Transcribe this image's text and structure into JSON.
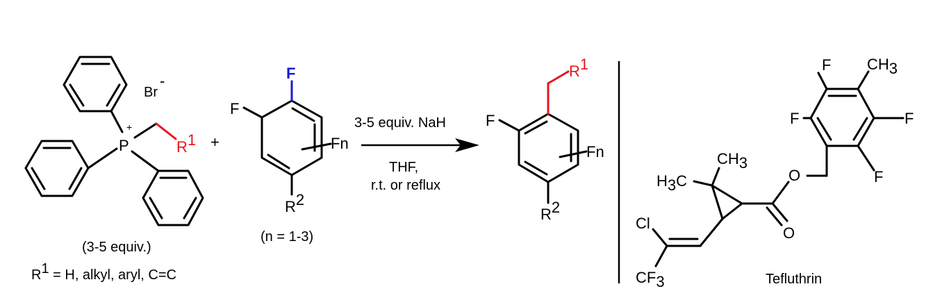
{
  "colors": {
    "highlight_red": "#e8141b",
    "highlight_blue": "#1a1ad8",
    "ink": "#000000"
  },
  "reagent1": {
    "counterion": "Br",
    "counterion_charge": "-",
    "cation_charge": "+",
    "phosphorus": "P",
    "substituent": "R",
    "substituent_sup": "1",
    "equiv_label": "(3-5 equiv.)",
    "r1_def_prefix": "R",
    "r1_def_sup": "1",
    "r1_def_rest": " = H, alkyl, aryl, C=C"
  },
  "plus_sign": "+",
  "reagent2": {
    "f_highlight": "F",
    "f_ortho": "F",
    "fn": "Fn",
    "r2": "R",
    "r2_sup": "2",
    "n_label": "(n = 1-3)"
  },
  "conditions": {
    "above_arrow": "3-5 equiv. NaH",
    "below_arrow_line1": "THF,",
    "below_arrow_line2": "r.t. or reflux"
  },
  "product": {
    "f": "F",
    "r1": "R",
    "r1_sup": "1",
    "fn": "Fn",
    "r2": "R",
    "r2_sup": "2"
  },
  "tefluthrin": {
    "name": "Tefluthrin",
    "f_top": "F",
    "ch3_top": "CH",
    "ch3_top_sub": "3",
    "f_left": "F",
    "f_right": "F",
    "f_bottom": "F",
    "o_ester": "O",
    "o_carbonyl": "O",
    "ch3_a": "CH",
    "ch3_a_sub": "3",
    "h3c_h": "H",
    "h3c_sub": "3",
    "h3c_c": "C",
    "cl": "Cl",
    "cf3": "CF",
    "cf3_sub": "3"
  }
}
